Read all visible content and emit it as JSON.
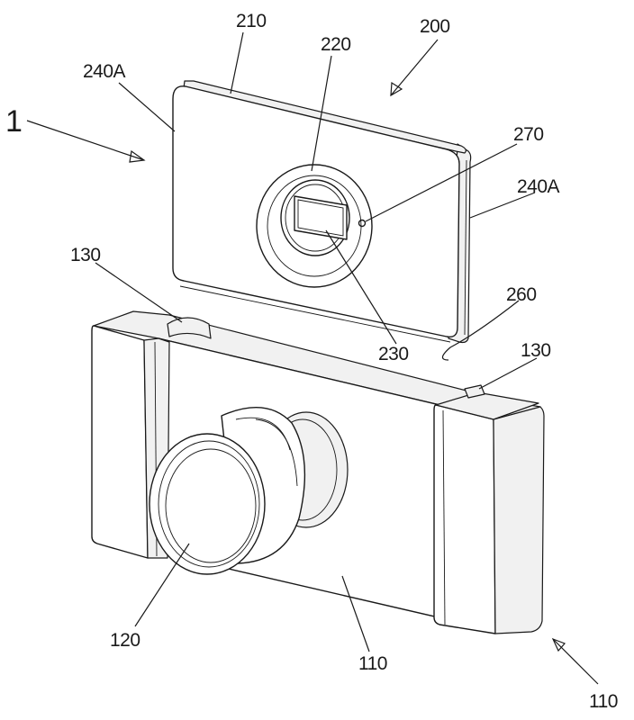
{
  "labels": {
    "assembly": "1",
    "module": "200",
    "plate": "210",
    "aperture": "220",
    "sensor": "230",
    "side_a_left": "240A",
    "side_a_right": "240A",
    "connector": "260",
    "indicator": "270",
    "clip_left": "130",
    "clip_right": "130",
    "lens": "120",
    "body": "110",
    "body_ref": "110"
  }
}
